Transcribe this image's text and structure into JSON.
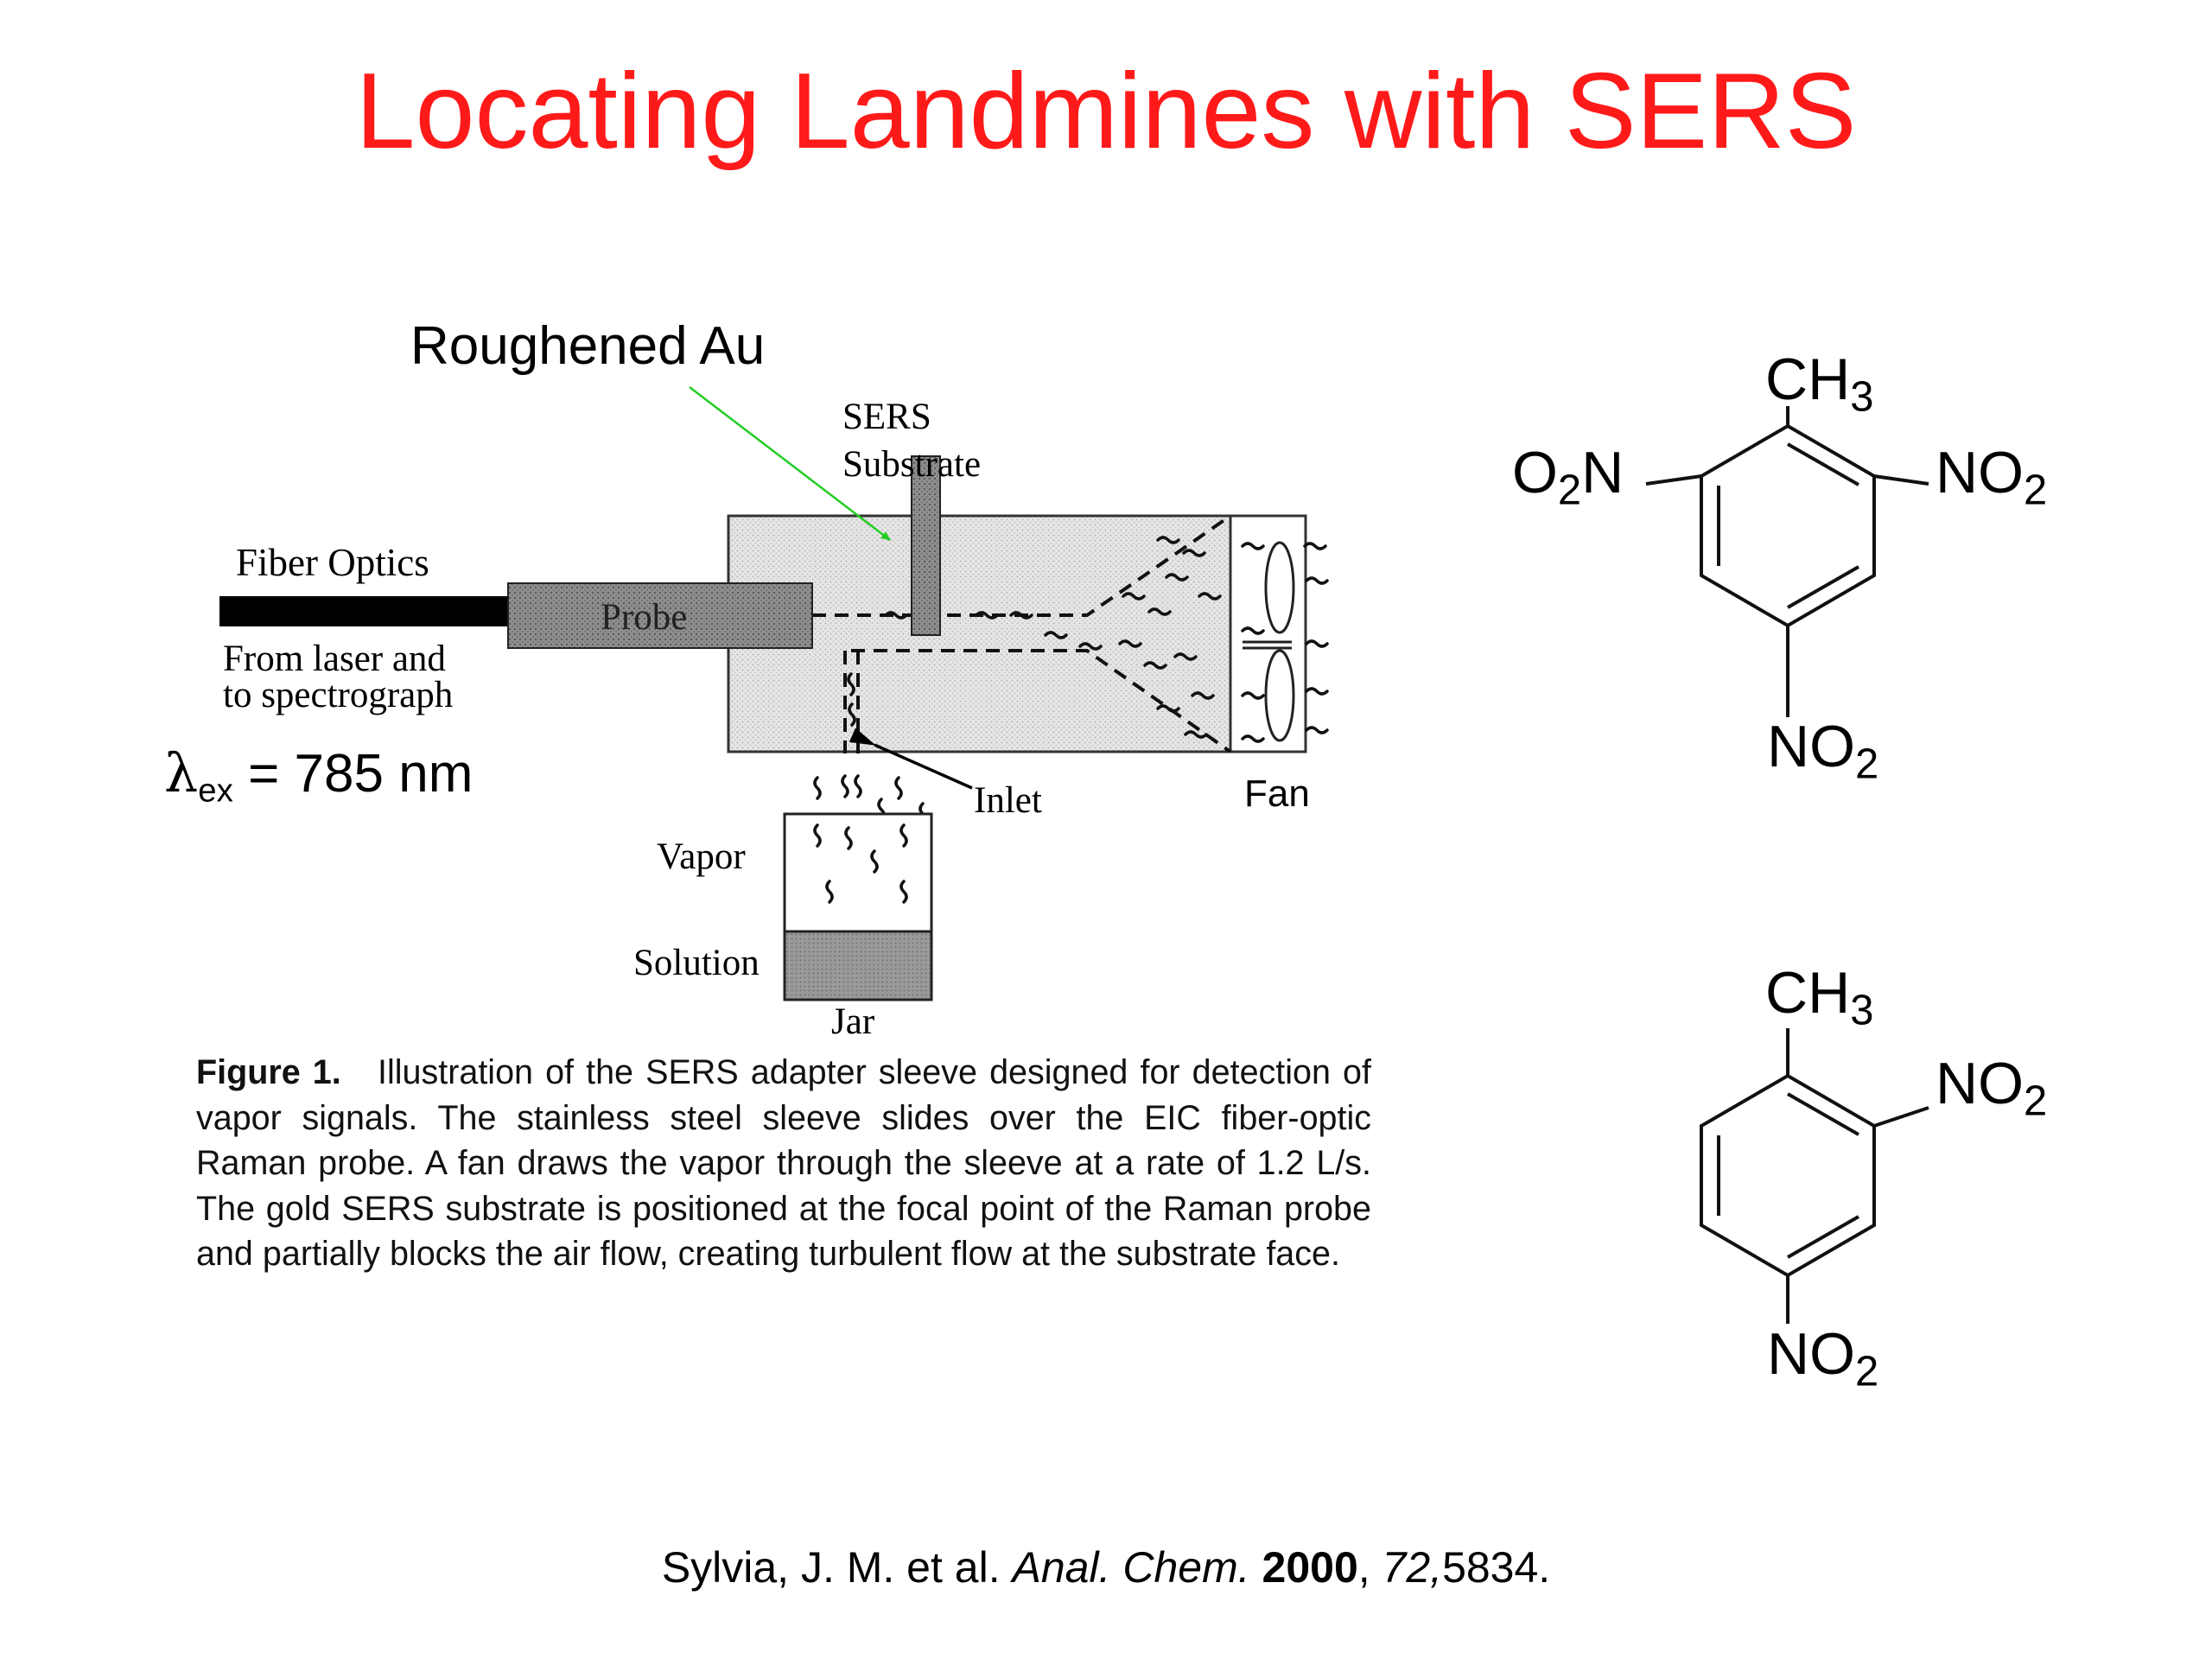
{
  "title": "Locating Landmines with SERS",
  "diagram": {
    "roughened_au": "Roughened Au",
    "sers_substrate_line1": "SERS",
    "sers_substrate_line2": "Substrate",
    "fiber_optics": "Fiber Optics",
    "probe": "Probe",
    "from_laser_line1": "From laser and",
    "from_laser_line2": "to spectrograph",
    "lambda_symbol": "λ",
    "lambda_sub": "ex",
    "lambda_value": " = 785 nm",
    "inlet": "Inlet",
    "fan": "Fan",
    "vapor": "Vapor",
    "solution": "Solution",
    "jar": "Jar",
    "colors": {
      "arrow_green": "#22cc22",
      "sleeve_fill": "#e2e2e2",
      "probe_fill": "#8a8a8a",
      "fiber": "#000000"
    }
  },
  "caption": {
    "label": "Figure 1.",
    "text": "Illustration of the SERS adapter sleeve designed for detection of vapor signals. The stainless steel sleeve slides over the EIC fiber-optic Raman probe. A fan draws the vapor through the sleeve at a rate of 1.2 L/s. The gold SERS substrate is positioned at the focal point of the Raman probe and partially blocks the air flow, creating turbulent flow at the substrate face."
  },
  "molecules": {
    "tnt": {
      "top": "CH",
      "top_sub": "3",
      "left": "O",
      "left_sub": "2",
      "left_tail": "N",
      "right": "NO",
      "right_sub": "2",
      "bottom": "NO",
      "bottom_sub": "2"
    },
    "dnt": {
      "top": "CH",
      "top_sub": "3",
      "right": "NO",
      "right_sub": "2",
      "bottom": "NO",
      "bottom_sub": "2"
    }
  },
  "citation": {
    "authors": "Sylvia, J. M. et al. ",
    "journal": "Anal. Chem.",
    "space": " ",
    "year": "2000",
    "comma": ", ",
    "volume": "72,",
    "pages": "5834."
  }
}
